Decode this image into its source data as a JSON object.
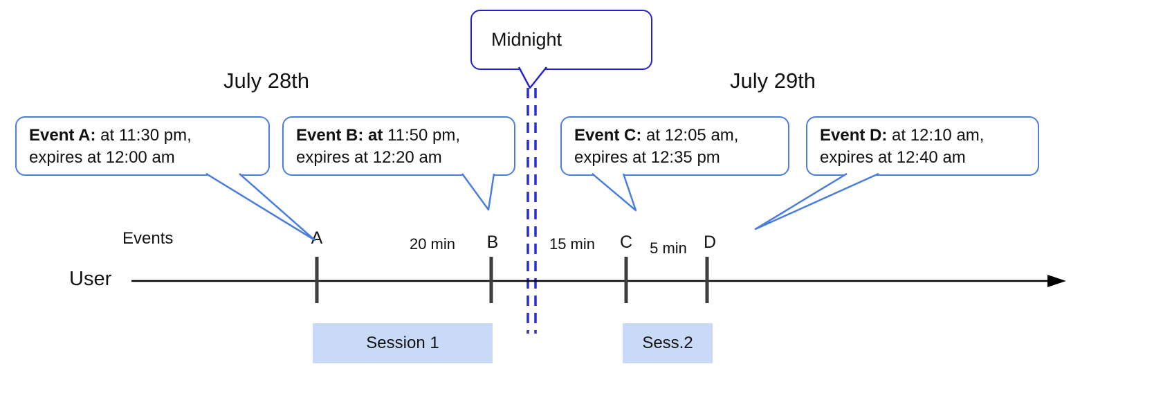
{
  "titles": {
    "date_left": "July 28th",
    "date_right": "July 29th"
  },
  "midnight_label": "Midnight",
  "axis": {
    "events_label": "Events",
    "user_label": "User"
  },
  "callouts": [
    {
      "bold": "Event A:",
      "line1_rest": " at 11:30 pm,",
      "line2": "expires at 12:00 am"
    },
    {
      "bold": "Event B: at",
      "line1_rest": " 11:50 pm,",
      "line2": "expires at 12:20 am"
    },
    {
      "bold": "Event C:",
      "line1_rest": " at 12:05 am,",
      "line2": "expires at 12:35 pm"
    },
    {
      "bold": "Event D:",
      "line1_rest": " at 12:10 am,",
      "line2": "expires at 12:40 am"
    }
  ],
  "tick_labels": [
    "A",
    "B",
    "C",
    "D"
  ],
  "interval_labels": [
    "20 min",
    "15 min",
    "5 min"
  ],
  "session_labels": [
    "Session 1",
    "Sess.2"
  ],
  "colors": {
    "callout_border": "#4a7ede",
    "midnight_border": "#2323cc",
    "dashed_line": "#2b2bd6",
    "session_fill": "#c9daf8",
    "timeline": "#000000",
    "tick": "#3d3d3d"
  }
}
